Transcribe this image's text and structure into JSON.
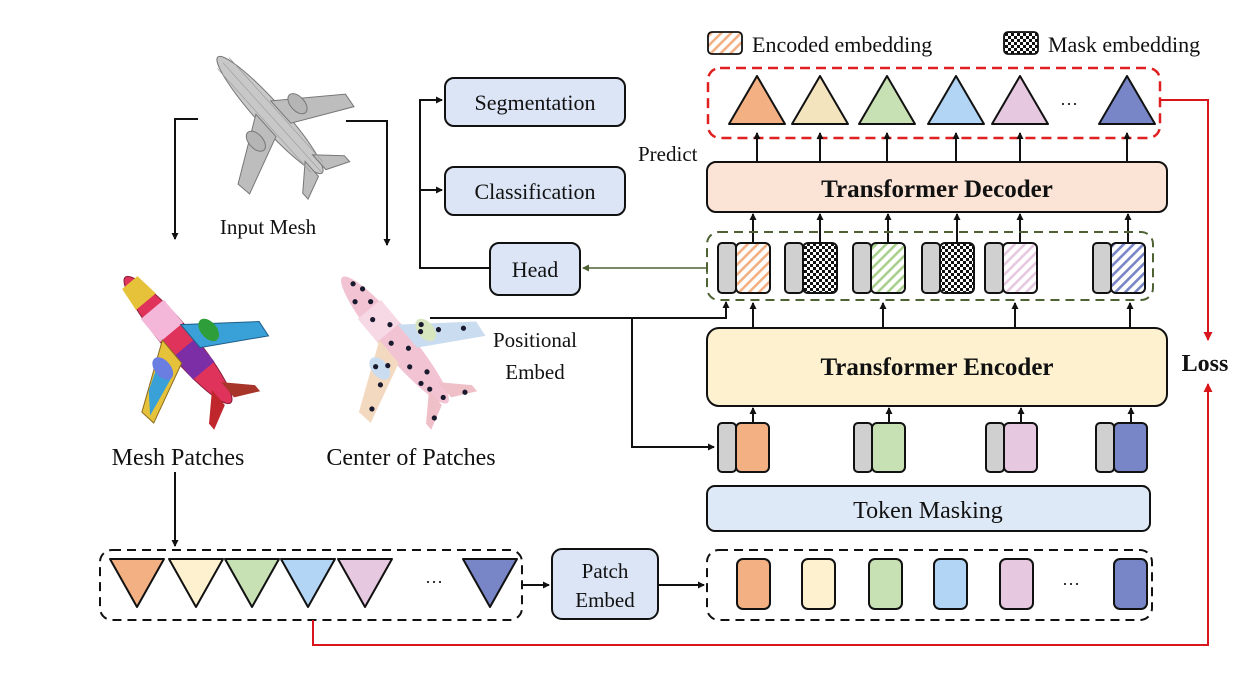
{
  "legend": {
    "encoded_label": "Encoded embedding",
    "mask_label": "Mask embedding"
  },
  "labels": {
    "input_mesh": "Input Mesh",
    "mesh_patches": "Mesh Patches",
    "center_of_patches": "Center of Patches",
    "positional_embed_line1": "Positional",
    "positional_embed_line2": "Embed",
    "predict": "Predict",
    "loss": "Loss",
    "ellipsis": "···"
  },
  "boxes": {
    "segmentation": "Segmentation",
    "classification": "Classification",
    "head": "Head",
    "transformer_decoder": "Transformer Decoder",
    "transformer_encoder": "Transformer Encoder",
    "token_masking": "Token Masking",
    "patch_embed_line1": "Patch",
    "patch_embed_line2": "Embed"
  },
  "colors": {
    "patch_palette": [
      "#f2b083",
      "#fdf1cf",
      "#c7e0b4",
      "#b2d5f5",
      "#e6c8e0",
      "#7885c7"
    ],
    "predicted_palette": [
      "#f2b083",
      "#f3e4bd",
      "#c7e0b4",
      "#b2d5f5",
      "#e6c8e0",
      "#7885c7"
    ],
    "head_box": "#dbe5f5",
    "decoder_box": "#fbe3d6",
    "encoder_box": "#fdf1cf",
    "token_masking_box": "#dde9f7",
    "positional_token": "#d0d0d0",
    "loss_line": "#d9161c",
    "reconstruction_border": "#e02020",
    "decoder_input_border": "#4f6233",
    "head_arrow": "#4f6233"
  },
  "decoder_inputs": [
    {
      "type": "encoded",
      "color_index": 0
    },
    {
      "type": "mask"
    },
    {
      "type": "encoded",
      "color_index": 2
    },
    {
      "type": "mask"
    },
    {
      "type": "encoded",
      "color_index": 4
    },
    {
      "type": "encoded",
      "color_index": 5
    }
  ],
  "encoder_inputs": [
    0,
    2,
    4,
    5
  ],
  "icons": {
    "input_mesh": "airplane-wireframe-mesh",
    "mesh_patches": "airplane-colored-patches",
    "center_of_patches": "airplane-patch-centers"
  }
}
